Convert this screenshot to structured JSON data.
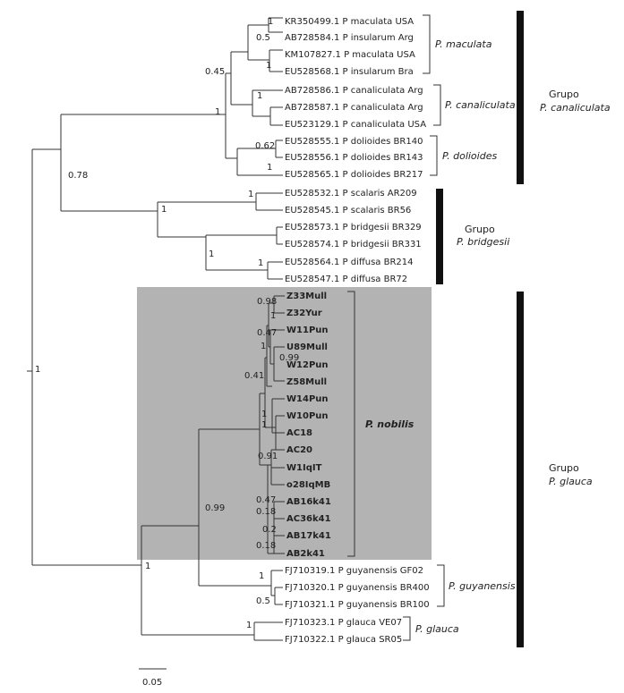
{
  "tree": {
    "tips": [
      {
        "label": "KR350499.1 P maculata USA",
        "bold": false
      },
      {
        "label": "AB728584.1 P insularum Arg",
        "bold": false
      },
      {
        "label": "KM107827.1 P maculata USA",
        "bold": false
      },
      {
        "label": "EU528568.1 P insularum Bra",
        "bold": false
      },
      {
        "label": "AB728586.1 P canaliculata Arg",
        "bold": false
      },
      {
        "label": "AB728587.1 P canaliculata Arg",
        "bold": false
      },
      {
        "label": "EU523129.1 P canaliculata USA",
        "bold": false
      },
      {
        "label": "EU528555.1 P dolioides BR140",
        "bold": false
      },
      {
        "label": "EU528556.1 P dolioides BR143",
        "bold": false
      },
      {
        "label": "EU528565.1 P dolioides BR217",
        "bold": false
      },
      {
        "label": "EU528532.1 P scalaris AR209",
        "bold": false
      },
      {
        "label": "EU528545.1 P scalaris BR56",
        "bold": false
      },
      {
        "label": "EU528573.1 P bridgesii BR329",
        "bold": false
      },
      {
        "label": "EU528574.1 P bridgesii BR331",
        "bold": false
      },
      {
        "label": "EU528564.1 P diffusa BR214",
        "bold": false
      },
      {
        "label": "EU528547.1 P diffusa BR72",
        "bold": false
      },
      {
        "label": "Z33Mull",
        "bold": true
      },
      {
        "label": "Z32Yur",
        "bold": true
      },
      {
        "label": "W11Pun",
        "bold": true
      },
      {
        "label": "U89Mull",
        "bold": true
      },
      {
        "label": "W12Pun",
        "bold": true
      },
      {
        "label": "Z58Mull",
        "bold": true
      },
      {
        "label": "W14Pun",
        "bold": true
      },
      {
        "label": "W10Pun",
        "bold": true
      },
      {
        "label": "AC18",
        "bold": true
      },
      {
        "label": "AC20",
        "bold": true
      },
      {
        "label": "W1IqIT",
        "bold": true
      },
      {
        "label": "o28IqMB",
        "bold": true
      },
      {
        "label": "AB16k41",
        "bold": true
      },
      {
        "label": "AC36k41",
        "bold": true
      },
      {
        "label": "AB17k41",
        "bold": true
      },
      {
        "label": "AB2k41",
        "bold": true
      },
      {
        "label": "FJ710319.1 P guyanensis GF02",
        "bold": false
      },
      {
        "label": "FJ710320.1 P guyanensis BR400",
        "bold": false
      },
      {
        "label": "FJ710321.1 P guyanensis BR100",
        "bold": false
      },
      {
        "label": "FJ710323.1 P glauca VE07",
        "bold": false
      },
      {
        "label": "FJ710322.1 P glauca SR05",
        "bold": false
      }
    ],
    "support_values": [
      "1",
      "0.5",
      "1",
      "0.45",
      "1",
      "1",
      "0.62",
      "1",
      "1",
      "1",
      "1",
      "1",
      "0.78",
      "0.98",
      "1",
      "0.47",
      "1",
      "0.99",
      "0.41",
      "1",
      "1",
      "0.91",
      "0.47",
      "0.18",
      "0.2",
      "0.18",
      "0.99",
      "1",
      "0.5",
      "1",
      "1",
      "1"
    ],
    "clades": [
      {
        "name": "P. maculata"
      },
      {
        "name": "P. canaliculata"
      },
      {
        "name": "P. dolioides"
      },
      {
        "name": "P. nobilis"
      },
      {
        "name": "P. guyanensis"
      },
      {
        "name": "P. glauca"
      }
    ],
    "groups": [
      {
        "word": "Grupo",
        "name": "P. canaliculata"
      },
      {
        "word": "Grupo",
        "name": "P. bridgesii"
      },
      {
        "word": "Grupo",
        "name": "P. glauca"
      }
    ],
    "scale_bar": "0.05",
    "colors": {
      "branch": "#333333",
      "highlight": "#b3b3b3",
      "group_bar": "#111111"
    }
  }
}
